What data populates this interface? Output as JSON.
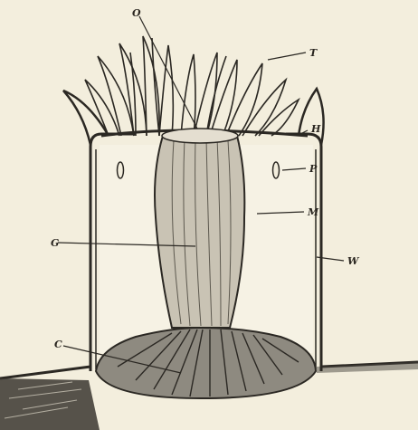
{
  "labels": {
    "O": "O",
    "T": "T",
    "H": "H",
    "P": "P",
    "M": "M",
    "G": "G",
    "W": "W",
    "C": "C"
  },
  "colors": {
    "paper": "#f3eedd",
    "ink": "#2b2823",
    "gullet": "#c9c3b4",
    "base": "#8e8a80"
  }
}
